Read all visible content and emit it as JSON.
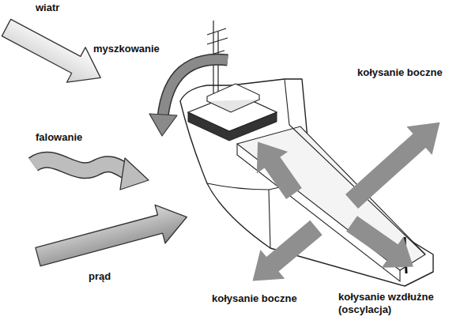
{
  "diagram": {
    "labels": [
      "wiatr",
      "myszkowanie",
      "falowanie",
      "kołysanie boczne",
      "prąd",
      "kołysanie boczne",
      "kołysanie wzdłużne (oscylacja)"
    ]
  }
}
